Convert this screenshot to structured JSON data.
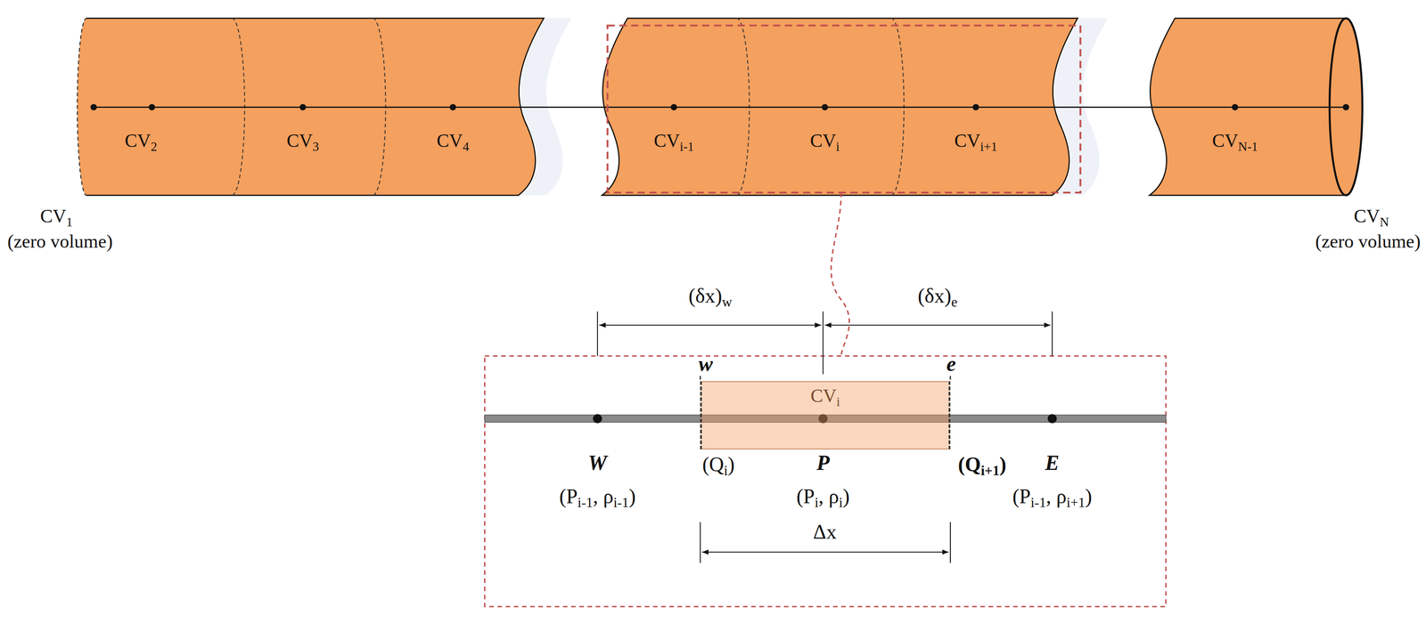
{
  "diagram": {
    "nodes": [
      {
        "text": [
          "CVi"
        ]
      }
    ],
    "labels": [
      "CV2",
      "CV3",
      "CV4",
      "CVi-1",
      "CVi",
      "CVi+1",
      "CVN-1",
      "CV1",
      "(zero volume)",
      "CVN",
      "(zero volume)",
      "(δx)w",
      "(δx)e",
      "w",
      "e",
      "W",
      "(Qi)",
      "P",
      "(Qi+1)",
      "E",
      "(Pi-1, ρi-1)",
      "(Pi, ρi)",
      "(Pi-1, ρi+1)",
      "Δx"
    ]
  }
}
